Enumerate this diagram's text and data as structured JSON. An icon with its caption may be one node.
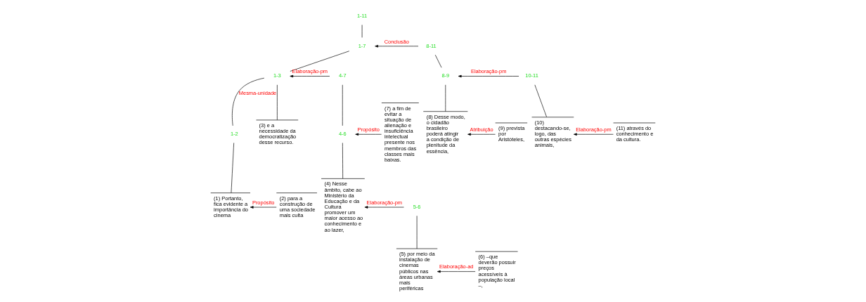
{
  "diagram": {
    "nodes": [
      {
        "text": [
          "1-11"
        ]
      },
      {
        "text": [
          "1-7"
        ]
      },
      {
        "text": [
          "8-11"
        ]
      },
      {
        "text": [
          "1-3"
        ]
      },
      {
        "text": [
          "4-7"
        ]
      },
      {
        "text": [
          "8-9"
        ]
      },
      {
        "text": [
          "10-11"
        ]
      },
      {
        "text": [
          "1-2"
        ]
      },
      {
        "text": [
          "(3) e a necessidade da democratização desse recurso."
        ]
      },
      {
        "text": [
          "4-6"
        ]
      },
      {
        "text": [
          "(7) a fim de evitar a situação de alienação e insuficiência intelectual presente nos membros das classes mais baixas."
        ]
      },
      {
        "text": [
          "(8) Desse modo, o cidadão brasileiro poderá atingir a condição de plenitude da essência,"
        ]
      },
      {
        "text": [
          "(9) prevista por Aristóteles,"
        ]
      },
      {
        "text": [
          "(10) destacando-se, logo, das outras espécies animais,"
        ]
      },
      {
        "text": [
          "(11) através do conhecimento e da cultura."
        ]
      },
      {
        "text": [
          "(1) Portanto, fica evidente a importância do cinema"
        ]
      },
      {
        "text": [
          "(2) para a construção de uma sociedade mais culta"
        ]
      },
      {
        "text": [
          "(4) Nesse âmbito, cabe ao Ministério da Educação e da Cultura promover um maior acesso ao conhecimento e ao lazer,"
        ]
      },
      {
        "text": [
          "5-6"
        ]
      },
      {
        "text": [
          "(5) por meio da instalação de cinemas públicos nas áreas urbanas mais periféricas"
        ]
      },
      {
        "text": [
          "(6) –que deverão possuir preços acessíveis à população local –,"
        ]
      }
    ],
    "edges": [
      {
        "from": 0,
        "to": 1,
        "arrow": "none"
      },
      {
        "from": 2,
        "to": 1,
        "arrow": "to",
        "label": "Conclusão"
      },
      {
        "from": 1,
        "to": 3,
        "arrow": "none"
      },
      {
        "from": 4,
        "to": 3,
        "arrow": "to",
        "label": "Elaboração-pm"
      },
      {
        "from": 2,
        "to": 5,
        "arrow": "none"
      },
      {
        "from": 6,
        "to": 5,
        "arrow": "to",
        "label": "Elaboração-pm"
      },
      {
        "from": 3,
        "to": 7,
        "arrow": "none",
        "label": "Mesma-unidade"
      },
      {
        "from": 3,
        "to": 8,
        "arrow": "none"
      },
      {
        "from": 4,
        "to": 9,
        "arrow": "none"
      },
      {
        "from": 10,
        "to": 9,
        "arrow": "to",
        "label": "Propósito"
      },
      {
        "from": 5,
        "to": 11,
        "arrow": "none"
      },
      {
        "from": 12,
        "to": 11,
        "arrow": "to",
        "label": "Atribuição"
      },
      {
        "from": 6,
        "to": 13,
        "arrow": "none"
      },
      {
        "from": 14,
        "to": 13,
        "arrow": "to",
        "label": "Elaboração-pm"
      },
      {
        "from": 7,
        "to": 15,
        "arrow": "none"
      },
      {
        "from": 16,
        "to": 15,
        "arrow": "to",
        "label": "Propósito"
      },
      {
        "from": 9,
        "to": 17,
        "arrow": "none"
      },
      {
        "from": 18,
        "to": 17,
        "arrow": "to",
        "label": "Elaboração-pm"
      },
      {
        "from": 18,
        "to": 19,
        "arrow": "none"
      },
      {
        "from": 20,
        "to": 19,
        "arrow": "to",
        "label": "Elaboração-ad"
      }
    ]
  }
}
